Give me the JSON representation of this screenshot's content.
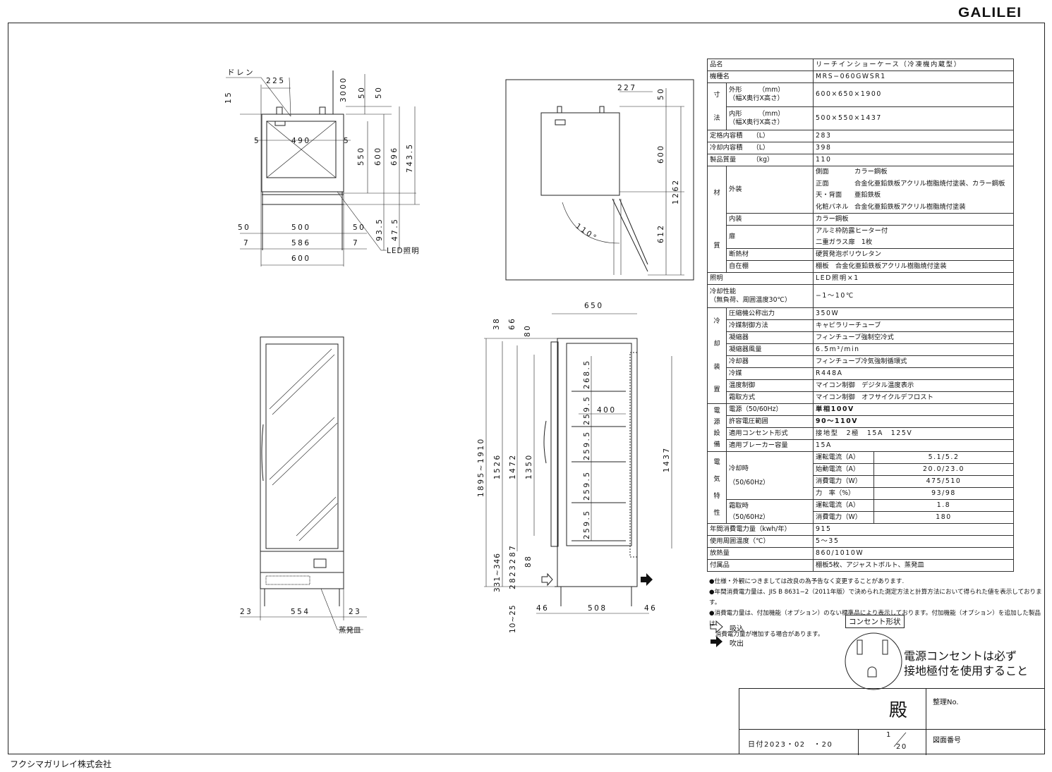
{
  "brand": "GALILEI",
  "company": "フクシマガリレイ株式会社",
  "plan_view": {
    "labels": [
      "ドレン",
      "225",
      "15",
      "3000",
      "50",
      "50",
      "5",
      "490",
      "5",
      "550",
      "600",
      "696",
      "743.5",
      "50",
      "500",
      "50",
      "7",
      "586",
      "7",
      "600",
      "93.5",
      "47.5",
      "LED照明"
    ]
  },
  "door_view": {
    "labels": [
      "227",
      "50",
      "600",
      "1262",
      "612",
      "110°"
    ]
  },
  "front_view": {
    "labels": [
      "23",
      "554",
      "23",
      "蒸発皿"
    ]
  },
  "side_view": {
    "labels": [
      "650",
      "38",
      "66",
      "80",
      "1895~1910",
      "1526",
      "1472",
      "1350",
      "1437",
      "268.5",
      "259.5",
      "259.5",
      "259.5",
      "259.5",
      "400",
      "331~346",
      "87",
      "88",
      "232",
      "28",
      "10~25",
      "46",
      "508",
      "46"
    ]
  },
  "spec": {
    "name_label": "品名",
    "name": "リーチインショーケース（冷凍機内蔵型）",
    "model_label": "機種名",
    "model": "MRS−060GWSR1",
    "dim_c1": "寸",
    "dim_c2": "法",
    "outer_label": "外形　　　（mm）",
    "outer_sub": "（幅X奥行X高さ）",
    "outer": "600×650×1900",
    "inner_label": "内形　　　（mm）",
    "inner_sub": "（幅X奥行X高さ）",
    "inner": "500×550×1437",
    "rated_label": "定格内容積　　（L）",
    "rated": "283",
    "cool_vol_label": "冷却内容積　　（L）",
    "cool_vol": "398",
    "mass_label": "製品質量　　　（kg）",
    "mass": "110",
    "mat_c1": "材",
    "mat_c2": "質",
    "exterior_label": "外装",
    "exterior": [
      [
        "側面",
        "カラー鋼板"
      ],
      [
        "正面",
        "合金化亜鉛鉄板アクリル樹脂焼付塗装、カラー鋼板"
      ],
      [
        "天・背面",
        "亜鉛鉄板"
      ],
      [
        "化粧パネル",
        "合金化亜鉛鉄板アクリル樹脂焼付塗装"
      ]
    ],
    "interior_label": "内装",
    "interior": "カラー鋼板",
    "door_label": "扉",
    "door": [
      "アルミ枠防露ヒーター付",
      "二重ガラス扉　1枚"
    ],
    "insul_label": "断熱材",
    "insul": "硬質発泡ポリウレタン",
    "shelf_label": "自在棚",
    "shelf": "棚板　合金化亜鉛鉄板アクリル樹脂焼付塗装",
    "light_label": "照明",
    "light": "LED照明×1",
    "perf_label": "冷却性能",
    "perf_sub": "（無負荷、周囲温度30℃）",
    "perf": "−1〜10℃",
    "cooling_chars": [
      "冷",
      "却",
      "装",
      "置"
    ],
    "cooling": [
      [
        "圧縮機公称出力",
        "350W"
      ],
      [
        "冷媒制御方法",
        "キャピラリーチューブ"
      ],
      [
        "凝縮器",
        "フィンチューブ強制空冷式"
      ],
      [
        "凝縮器風量",
        "6.5m³/min"
      ],
      [
        "冷却器",
        "フィンチューブ冷気強制循環式"
      ],
      [
        "冷媒",
        "R448A"
      ],
      [
        "温度制御",
        "マイコン制御　デジタル温度表示"
      ],
      [
        "霜取方式",
        "マイコン制御　オフサイクルデフロスト"
      ]
    ],
    "power_chars": [
      "電",
      "源",
      "設",
      "備"
    ],
    "power": [
      [
        "電源（50/60Hz）",
        "単相100V"
      ],
      [
        "許容電圧範囲",
        "90〜110V"
      ],
      [
        "適用コンセント形式",
        "接地型　2極　15A　125V"
      ],
      [
        "適用ブレーカー容量",
        "15A"
      ]
    ],
    "elec_chars": [
      "電",
      "気",
      "特",
      "性"
    ],
    "elec_cool_label": "冷却時",
    "elec_cool_sub": "（50/60Hz）",
    "elec_cool": [
      [
        "運転電流（A）",
        "5.1/5.2"
      ],
      [
        "始動電流（A）",
        "20.0/23.0"
      ],
      [
        "消費電力（W）",
        "475/510"
      ],
      [
        "力　率（%）",
        "93/98"
      ]
    ],
    "elec_def_label": "霜取時",
    "elec_def_sub": "（50/60Hz）",
    "elec_def": [
      [
        "運転電流（A）",
        "1.8"
      ],
      [
        "消費電力（W）",
        "180"
      ]
    ],
    "annual_label": "年間消費電力量（kwh/年）",
    "annual": "915",
    "ambient_label": "使用周囲温度（℃）",
    "ambient": "5〜35",
    "heat_label": "放熱量",
    "heat": "860/1010W",
    "acc_label": "付属品",
    "acc": "棚板5枚、アジャストボルト、蒸発皿"
  },
  "notes": [
    "●仕様・外観につきましては改良の為予告なく変更することがあります.",
    "●年間消費電力量は、JIS B 8631−2（2011年版）で決められた測定方法と計算方法において得られた値を表示しております。",
    "●消費電力量は、付加機能（オプション）のない標準品により表示しております。付加機能（オプション）を追加した製品は、",
    "　消費電力量が増加する場合があります。"
  ],
  "legend": {
    "intake": "吸込",
    "exhaust": "吹出"
  },
  "outlet": {
    "title": "コンセント形状",
    "note1": "電源コンセントは必ず",
    "note2": "接地極付を使用すること"
  },
  "title_block": {
    "addressee": "殿",
    "ref_label": "整理No.",
    "date": "日付2023・02　・20",
    "scale_num": "1",
    "scale_den": "20",
    "drawing_no_label": "図面番号"
  }
}
